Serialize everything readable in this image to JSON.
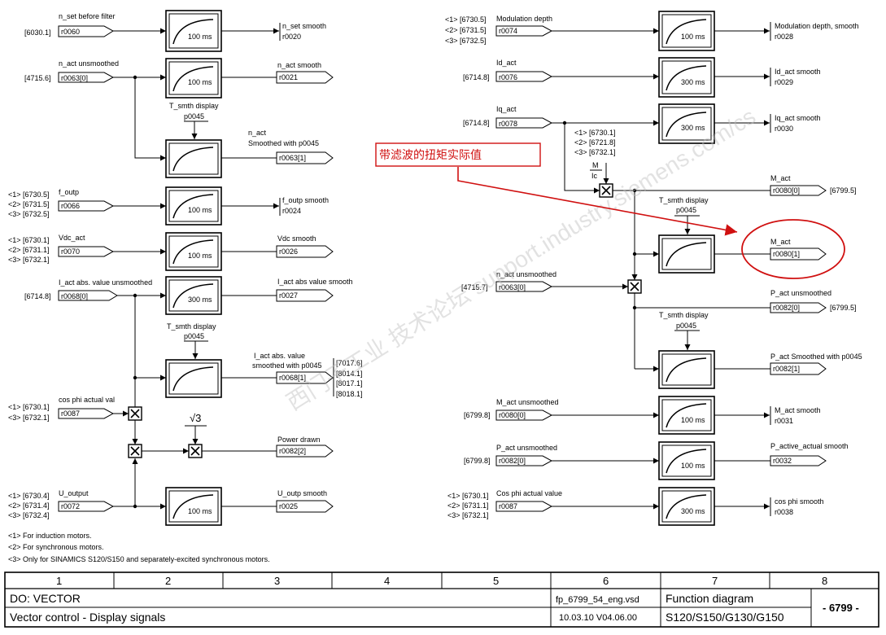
{
  "footer": {
    "columns": [
      "1",
      "2",
      "3",
      "4",
      "5",
      "6",
      "7",
      "8"
    ],
    "do_label": "DO: VECTOR",
    "description": "Vector control - Display signals",
    "file": "fp_6799_54_eng.vsd",
    "date_version": "10.03.10 V04.06.00",
    "type": "Function diagram",
    "devices": "S120/S150/G130/G150",
    "page_no": "- 6799 -"
  },
  "footnotes": [
    "<1> For induction motors.",
    "<2> For synchronous motors.",
    "<3> Only for SINAMICS S120/S150 and separately-excited synchronous motors."
  ],
  "annotation": "带滤波的扭矩实际值",
  "watermark": "西门子工业  技术论坛  support.industry.siemens.com/cs",
  "accent_color": "#d01010",
  "left": {
    "nset": {
      "in_label": "n_set before filter",
      "src": "[6030.1]",
      "param": "r0060",
      "time": "100 ms",
      "out_label": "n_set smooth",
      "out_param": "r0020"
    },
    "nact": {
      "in_label": "n_act unsmoothed",
      "src": "[4715.6]",
      "param": "r0063[0]",
      "time": "100 ms",
      "out_label": "n_act smooth",
      "out_param": "r0021"
    },
    "nact_disp": {
      "tlabel": "T_smth display",
      "tparam": "p0045",
      "out_label1": "n_act",
      "out_label2": "Smoothed with p0045",
      "out_param": "r0063[1]"
    },
    "fout": {
      "in_label": "f_outp",
      "srcs": [
        "<1> [6730.5]",
        "<2> [6731.5]",
        "<3> [6732.5]"
      ],
      "param": "r0066",
      "time": "100 ms",
      "out_label": "f_outp smooth",
      "out_param": "r0024"
    },
    "vdc": {
      "in_label": "Vdc_act",
      "srcs": [
        "<1> [6730.1]",
        "<2> [6731.1]",
        "<3> [6732.1]"
      ],
      "param": "r0070",
      "time": "100 ms",
      "out_label": "Vdc smooth",
      "out_param": "r0026"
    },
    "iact": {
      "in_label": "I_act abs. value unsmoothed",
      "src": "[6714.8]",
      "param": "r0068[0]",
      "time": "300 ms",
      "out_label": "I_act abs value smooth",
      "out_param": "r0027"
    },
    "iact_disp": {
      "tlabel": "T_smth display",
      "tparam": "p0045",
      "out_label1": "I_act abs. value",
      "out_label2": "smoothed with p0045",
      "out_param": "r0068[1]",
      "refs": [
        "[7017.6]",
        "[8014.1]",
        "[8017.1]",
        "[8018.1]"
      ]
    },
    "cosphi": {
      "in_label": "cos phi actual val",
      "srcs": [
        "<1> [6730.1]",
        "<3> [6732.1]"
      ],
      "param": "r0087"
    },
    "sqrt3": "√3",
    "power": {
      "out_label": "Power drawn",
      "out_param": "r0082[2]"
    },
    "uout": {
      "in_label": "U_output",
      "srcs": [
        "<1> [6730.4]",
        "<2> [6731.4]",
        "<3> [6732.4]"
      ],
      "param": "r0072",
      "time": "100 ms",
      "out_label": "U_outp smooth",
      "out_param": "r0025"
    }
  },
  "right": {
    "mod": {
      "in_label": "Modulation depth",
      "srcs": [
        "<1> [6730.5]",
        "<2> [6731.5]",
        "<3> [6732.5]"
      ],
      "param": "r0074",
      "time": "100 ms",
      "out_label": "Modulation depth, smooth",
      "out_param": "r0028"
    },
    "id": {
      "in_label": "Id_act",
      "src": "[6714.8]",
      "param": "r0076",
      "time": "300 ms",
      "out_label": "Id_act smooth",
      "out_param": "r0029"
    },
    "iq": {
      "in_label": "Iq_act",
      "src": "[6714.8]",
      "param": "r0078",
      "time": "300 ms",
      "out_label": "Iq_act smooth",
      "out_param": "r0030"
    },
    "mult_srcs": [
      "<1> [6730.1]",
      "<2> [6721.8]",
      "<3> [6732.1]"
    ],
    "mic_num": "M",
    "mic_den": "Ic",
    "mact": {
      "label": "M_act",
      "param": "r0080[0]",
      "ref": "[6799.5]"
    },
    "mact_disp": {
      "tlabel": "T_smth display",
      "tparam": "p0045",
      "label": "M_act",
      "param": "r0080[1]"
    },
    "nact_in": {
      "label": "n_act unsmoothed",
      "src": "[4715.7]",
      "param": "r0063[0]"
    },
    "pact": {
      "label": "P_act unsmoothed",
      "param": "r0082[0]",
      "ref": "[6799.5]"
    },
    "pact_disp": {
      "tlabel": "T_smth display",
      "tparam": "p0045",
      "label": "P_act Smoothed with p0045",
      "param": "r0082[1]"
    },
    "mact_sm": {
      "in_label": "M_act unsmoothed",
      "src": "[6799.8]",
      "param": "r0080[0]",
      "time": "100 ms",
      "out_label": "M_act smooth",
      "out_param": "r0031"
    },
    "pact_sm": {
      "in_label": "P_act unsmoothed",
      "src": "[6799.8]",
      "param": "r0082[0]",
      "time": "100 ms",
      "out_label": "P_active_actual smooth",
      "out_param": "r0032"
    },
    "cos_sm": {
      "in_label": "Cos phi actual value",
      "srcs": [
        "<1> [6730.1]",
        "<2> [6731.1]",
        "<3> [6732.1]"
      ],
      "param": "r0087",
      "time": "300 ms",
      "out_label": "cos phi smooth",
      "out_param": "r0038"
    }
  }
}
